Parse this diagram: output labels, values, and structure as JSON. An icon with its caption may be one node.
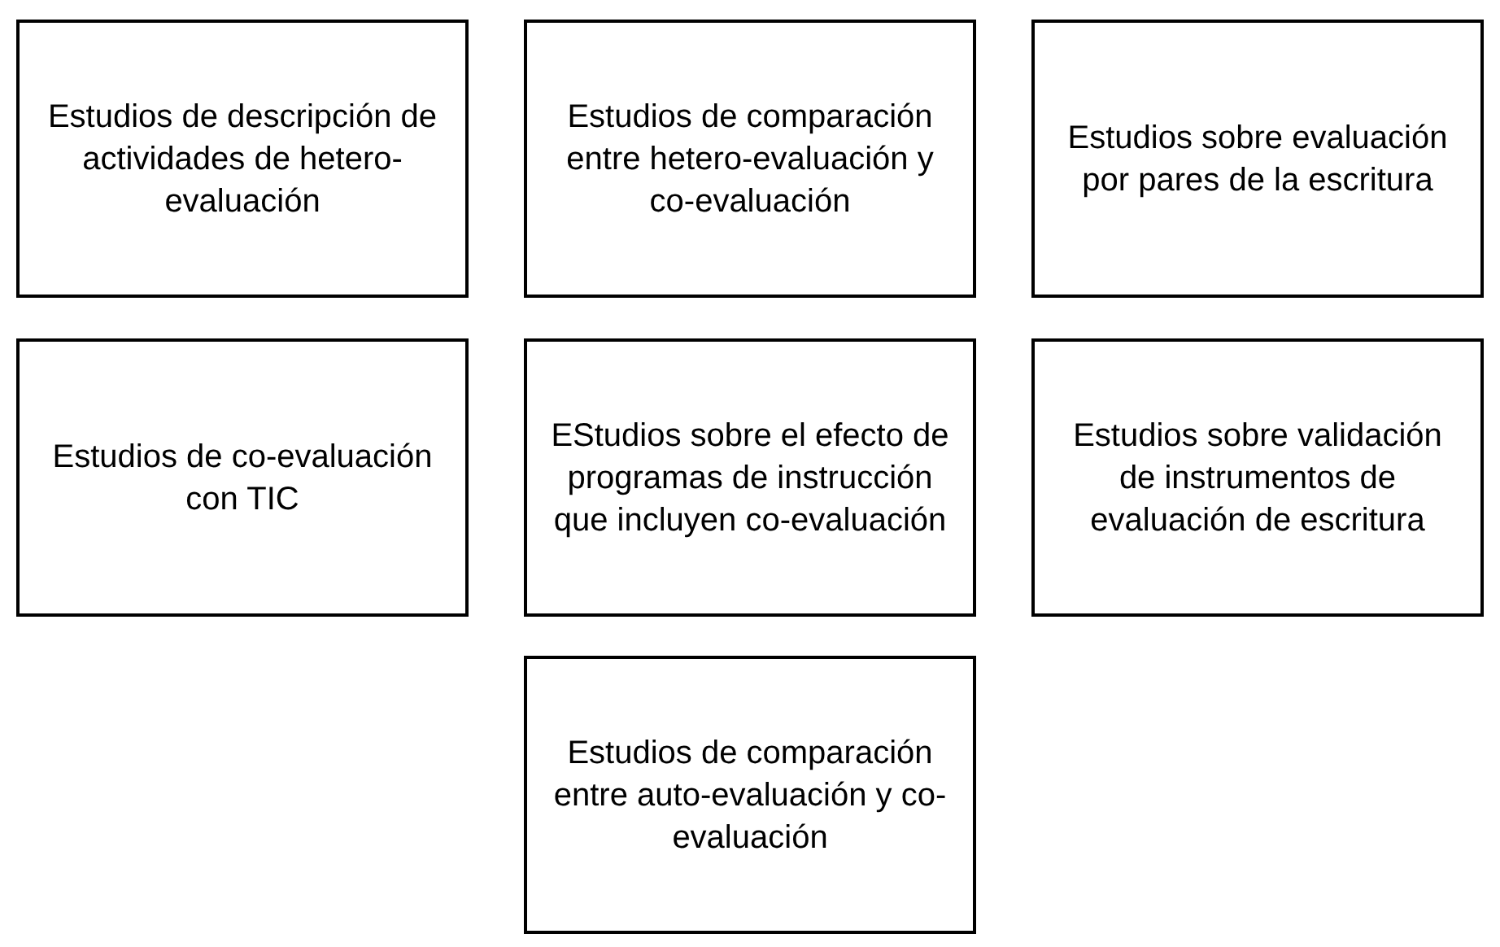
{
  "diagram": {
    "nodes": [
      {
        "text": [
          "Estudios de descripción de actividades de hetero-evaluación"
        ]
      },
      {
        "text": [
          "Estudios de comparación entre hetero-evaluación y co-evaluación"
        ]
      },
      {
        "text": [
          "Estudios sobre evaluación por pares de la escritura"
        ]
      },
      {
        "text": [
          "Estudios de co-evaluación con TIC"
        ]
      },
      {
        "text": [
          "EStudios sobre el efecto de programas de instrucción que incluyen co-evaluación"
        ]
      },
      {
        "text": [
          "Estudios sobre validación de instrumentos de evaluación de escritura"
        ]
      },
      {
        "text": [
          "Estudios de comparación entre auto-evaluación y co-evaluación"
        ]
      }
    ]
  }
}
